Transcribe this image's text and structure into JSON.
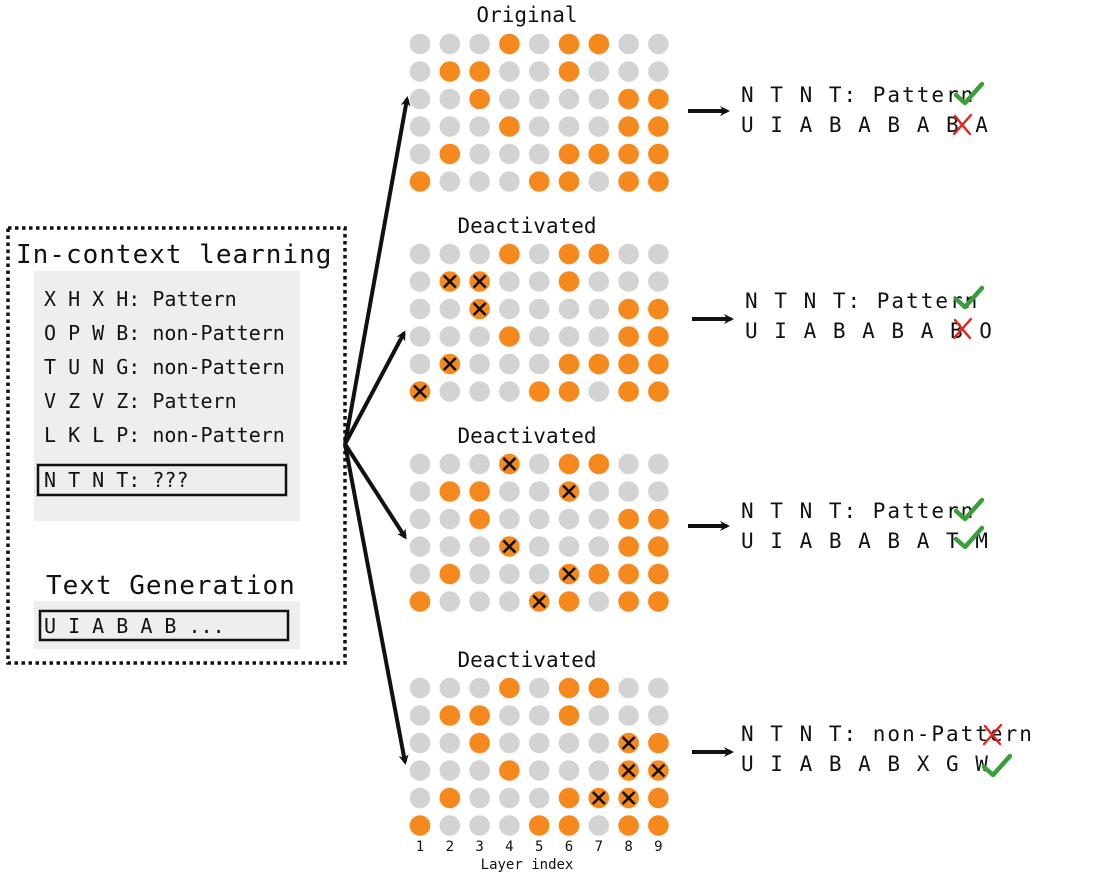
{
  "left_panel": {
    "title": "In-context learning",
    "examples": [
      "X H X H: Pattern",
      "O P W B: non-Pattern",
      "T U N G: non-Pattern",
      "V Z V Z: Pattern",
      "L K L P: non-Pattern"
    ],
    "query": "N T N T: ???",
    "gen_title": "Text Generation",
    "gen_input": "U I A B A B ..."
  },
  "colors": {
    "active": "#f5891e",
    "inactive": "#d3d3d3",
    "check": "#3a9e3a",
    "cross": "#e8231e"
  },
  "grid": {
    "layer_ticks": [
      "1",
      "2",
      "3",
      "4",
      "5",
      "6",
      "7",
      "8",
      "9"
    ],
    "xlabel": "Layer index",
    "pattern": [
      [
        0,
        0,
        0,
        1,
        0,
        1,
        1,
        0,
        0
      ],
      [
        0,
        1,
        1,
        0,
        0,
        1,
        0,
        0,
        0
      ],
      [
        0,
        0,
        1,
        0,
        0,
        0,
        0,
        1,
        1
      ],
      [
        0,
        0,
        0,
        1,
        0,
        0,
        0,
        1,
        1
      ],
      [
        0,
        1,
        0,
        0,
        0,
        1,
        1,
        1,
        1
      ],
      [
        1,
        0,
        0,
        0,
        1,
        1,
        0,
        1,
        1
      ]
    ]
  },
  "panels": [
    {
      "title": "Original",
      "deactivated": [],
      "out1": "N T N T: Pattern",
      "out1_mark": "check",
      "out2": "U I A B A B A B A",
      "out2_mark": "cross"
    },
    {
      "title": "Deactivated",
      "deactivated": [
        [
          1,
          1
        ],
        [
          1,
          2
        ],
        [
          2,
          2
        ],
        [
          4,
          1
        ],
        [
          5,
          0
        ]
      ],
      "out1": "N T N T: Pattern",
      "out1_mark": "check",
      "out2": "U I A B A B A B O",
      "out2_mark": "cross"
    },
    {
      "title": "Deactivated",
      "deactivated": [
        [
          0,
          3
        ],
        [
          1,
          5
        ],
        [
          3,
          3
        ],
        [
          4,
          5
        ],
        [
          5,
          4
        ]
      ],
      "out1": "N T N T: Pattern",
      "out1_mark": "check",
      "out2": "U I A B A B A T M",
      "out2_mark": "check"
    },
    {
      "title": "Deactivated",
      "deactivated": [
        [
          2,
          7
        ],
        [
          3,
          7
        ],
        [
          3,
          8
        ],
        [
          4,
          6
        ],
        [
          4,
          7
        ]
      ],
      "out1": "N T N T: non-Pattern",
      "out1_mark": "cross",
      "out2": "U I A B A B X G W",
      "out2_mark": "check"
    }
  ]
}
